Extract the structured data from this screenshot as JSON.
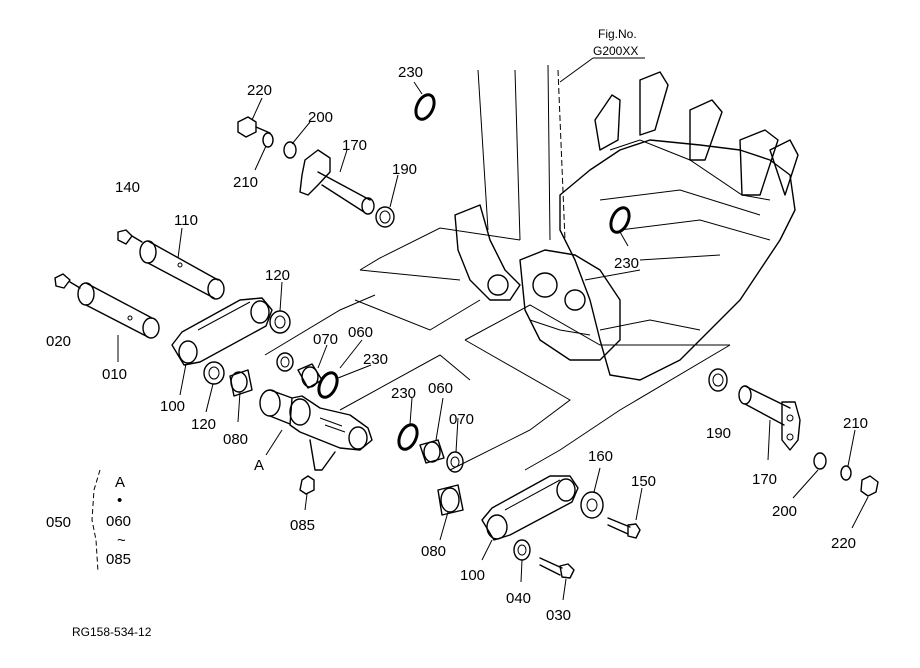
{
  "figure": {
    "fig_no_label": "Fig.No.",
    "fig_no": "G200XX",
    "ref_code": "RG158-534-12",
    "group_label": "050",
    "group_items": [
      "A",
      "•",
      "060",
      "~",
      "085"
    ]
  },
  "callouts": [
    "220",
    "200",
    "210",
    "170",
    "190",
    "230",
    "230",
    "140",
    "110",
    "120",
    "020",
    "010",
    "070",
    "060",
    "230",
    "100",
    "120",
    "080",
    "A",
    "230",
    "060",
    "070",
    "085",
    "190",
    "170",
    "210",
    "200",
    "220",
    "160",
    "150",
    "080",
    "100",
    "040",
    "030"
  ]
}
